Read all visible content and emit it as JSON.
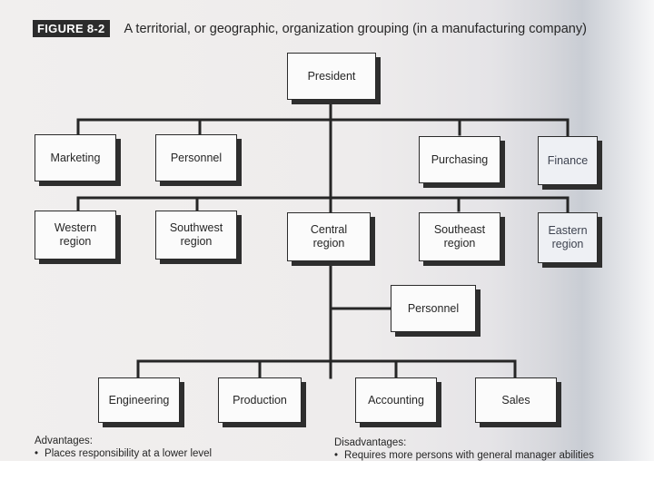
{
  "figure": {
    "label": "FIGURE 8-2",
    "title": "A territorial, or geographic, organization grouping (in a manufacturing company)"
  },
  "org_chart": {
    "top": "President",
    "functions": [
      "Marketing",
      "Personnel",
      "Purchasing",
      "Finance"
    ],
    "regions": [
      "Western\nregion",
      "Southwest\nregion",
      "Central\nregion",
      "Southeast\nregion",
      "Eastern\nregion"
    ],
    "central_staff": "Personnel",
    "central_departments": [
      "Engineering",
      "Production",
      "Accounting",
      "Sales"
    ]
  },
  "advantages": {
    "heading": "Advantages:",
    "items": [
      "Places responsibility at a lower level"
    ]
  },
  "disadvantages": {
    "heading": "Disadvantages:",
    "items": [
      "Requires more persons with general manager abilities"
    ]
  }
}
